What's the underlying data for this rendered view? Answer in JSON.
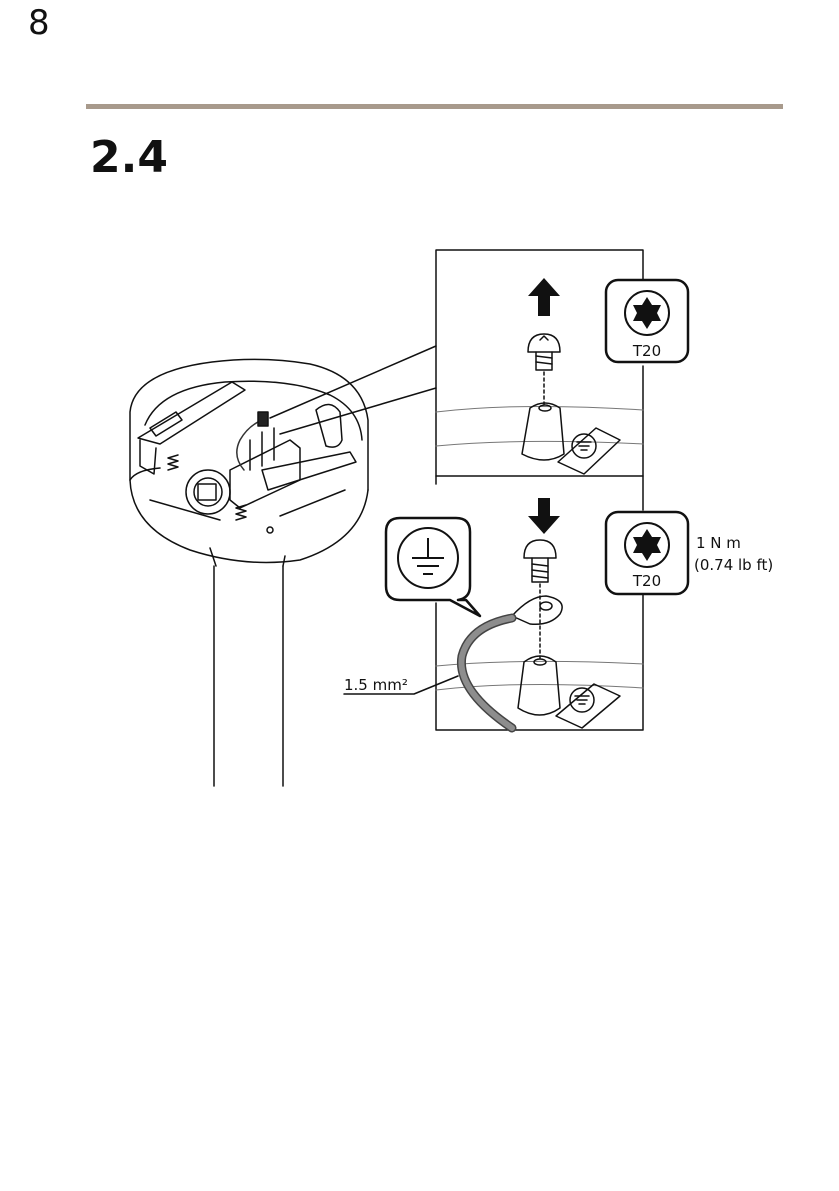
{
  "page": {
    "number": "8",
    "section": "2.4"
  },
  "figure": {
    "tool_label_remove": "T20",
    "tool_label_install": "T20",
    "torque_line1": "1 N m",
    "torque_line2": "(0.74 lb ft)",
    "wire_gauge": "1.5 mm²",
    "icons": [
      "up-arrow-icon",
      "down-arrow-icon",
      "torx-bit-icon",
      "ground-symbol-icon"
    ]
  }
}
